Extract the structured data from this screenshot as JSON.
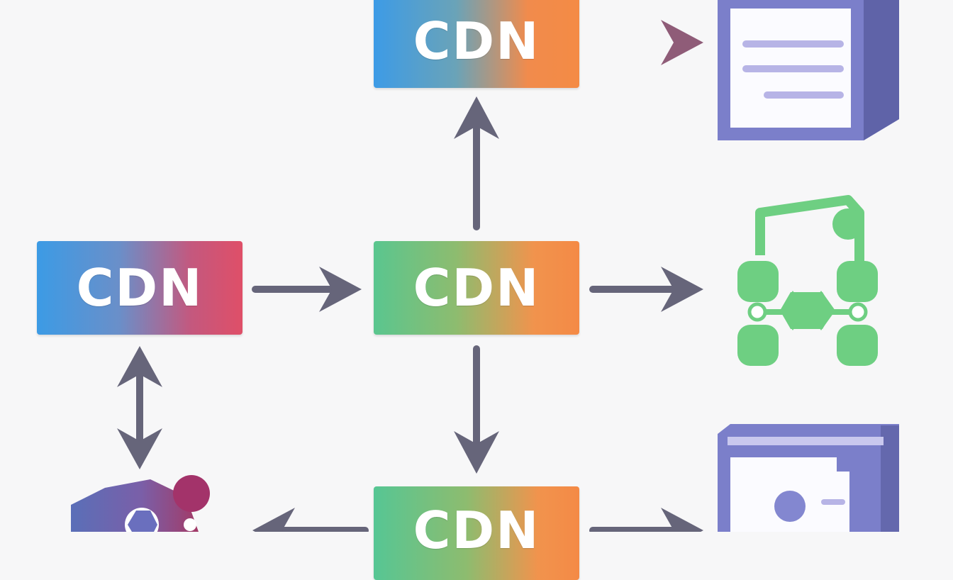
{
  "nodes": {
    "top": {
      "label": "CDN"
    },
    "left": {
      "label": "CDN"
    },
    "center": {
      "label": "CDN"
    },
    "bottom": {
      "label": "CDN"
    }
  },
  "icons": {
    "document": "document-server-icon",
    "network": "network-graph-icon",
    "media": "media-server-icon",
    "client": "client-node-icon"
  },
  "colors": {
    "arrow": "#66657a",
    "arrow_maroon": "#8a5a72",
    "server": "#7b7fca",
    "server_dark": "#6468ad",
    "network_green": "#6ecf82"
  }
}
